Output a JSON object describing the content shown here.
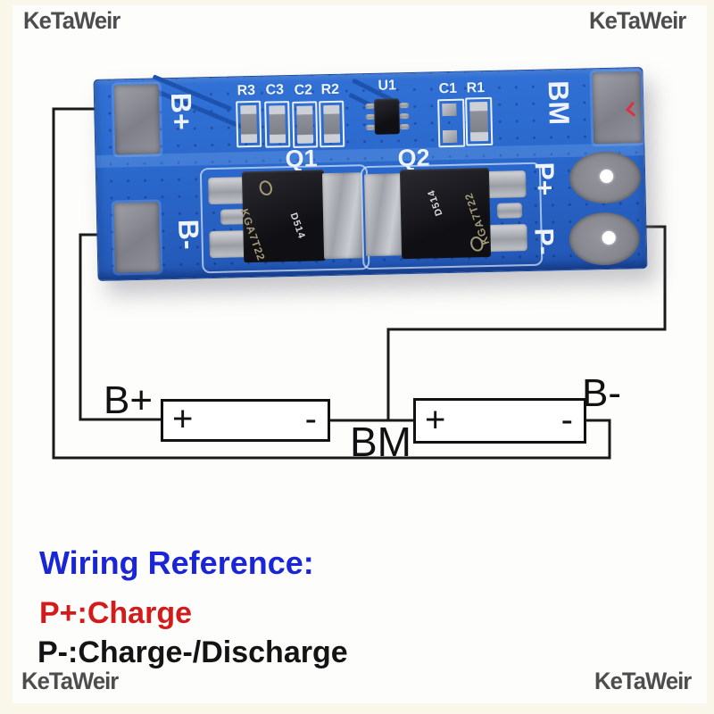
{
  "watermark": {
    "text": "KeTaWeir"
  },
  "board": {
    "labels": {
      "b_plus": "B+",
      "b_minus": "B-",
      "bm": "BM",
      "p_plus": "P+",
      "p_minus": "P-"
    },
    "components": {
      "r3": "R3",
      "c3": "C3",
      "c2": "C2",
      "r2": "R2",
      "u1": "U1",
      "c1": "C1",
      "r1": "R1",
      "q1": "Q1",
      "q2": "Q2"
    },
    "mosfet": {
      "part": "KGA7T22",
      "code": "D514"
    }
  },
  "diagram": {
    "b_plus": "B+",
    "b_minus": "B-",
    "bm": "BM",
    "batteries": [
      {
        "plus": "+",
        "minus": "-"
      },
      {
        "plus": "+",
        "minus": "-"
      }
    ]
  },
  "notes": {
    "title": "Wiring Reference:",
    "line1": "P+:Charge",
    "line2": "P-:Charge-/Discharge"
  },
  "colors": {
    "bg_cream": "#f9f6ea",
    "photo_white": "#fdfdfb",
    "wire": "#1a1a1a",
    "board_blue": "#2a68cc",
    "board_blue_dark": "#1a4aa2",
    "trace_blue": "#1d52ae",
    "silk": "#eef4ff",
    "pad_gray": "#8e8f96",
    "mosfet_black": "#16161a",
    "tab_silver": "#b9bcc2",
    "note_blue": "#1b25d8",
    "note_red": "#d31b1b",
    "note_black": "#141414",
    "wm_gray": "#4d4d4d"
  }
}
